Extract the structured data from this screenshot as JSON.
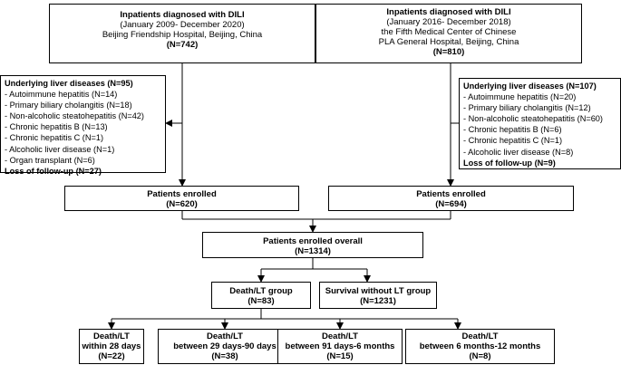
{
  "source_left": {
    "title": "Inpatients diagnosed with DILI",
    "period": "(January 2009- December 2020)",
    "hospital": "Beijing Friendship Hospital, Beijing, China",
    "n": "(N=742)"
  },
  "source_right": {
    "title": "Inpatients diagnosed with DILI",
    "period": "(January 2016- December 2018)",
    "hospital_line1": "the Fifth Medical Center of Chinese",
    "hospital_line2": "PLA General Hospital, Beijing, China",
    "n": "(N=810)"
  },
  "excluded_left": {
    "header": "Underlying liver diseases (N=95)",
    "items": [
      "- Autoimmune hepatitis (N=14)",
      "- Primary biliary cholangitis (N=18)",
      "- Non-alcoholic steatohepatitis (N=42)",
      "- Chronic hepatitis B (N=13)",
      "- Chronic hepatitis C (N=1)",
      "- Alcoholic liver disease (N=1)",
      "- Organ transplant (N=6)"
    ],
    "footer": "Loss of follow-up (N=27)"
  },
  "excluded_right": {
    "header": "Underlying liver diseases (N=107)",
    "items": [
      "- Autoimmune hepatitis (N=20)",
      "- Primary biliary cholangitis (N=12)",
      "- Non-alcoholic steatohepatitis (N=60)",
      "- Chronic hepatitis B (N=6)",
      "- Chronic hepatitis C (N=1)",
      "- Alcoholic liver disease (N=8)"
    ],
    "footer": "Loss of follow-up (N=9)"
  },
  "enrolled_left": {
    "label": "Patients enrolled",
    "n": "(N=620)"
  },
  "enrolled_right": {
    "label": "Patients enrolled",
    "n": "(N=694)"
  },
  "enrolled_overall": {
    "label": "Patients enrolled overall",
    "n": "(N=1314)"
  },
  "death_group": {
    "label": "Death/LT group",
    "n": "(N=83)"
  },
  "survival_group": {
    "label": "Survival without LT group",
    "n": "(N=1231)"
  },
  "outcomes": [
    {
      "line1": "Death/LT",
      "line2": "within 28 days",
      "n": "(N=22)"
    },
    {
      "line1": "Death/LT",
      "line2": "between 29 days-90 days",
      "n": "(N=38)"
    },
    {
      "line1": "Death/LT",
      "line2": "between 91 days-6 months",
      "n": "(N=15)"
    },
    {
      "line1": "Death/LT",
      "line2": "between 6 months-12 months",
      "n": "(N=8)"
    }
  ]
}
